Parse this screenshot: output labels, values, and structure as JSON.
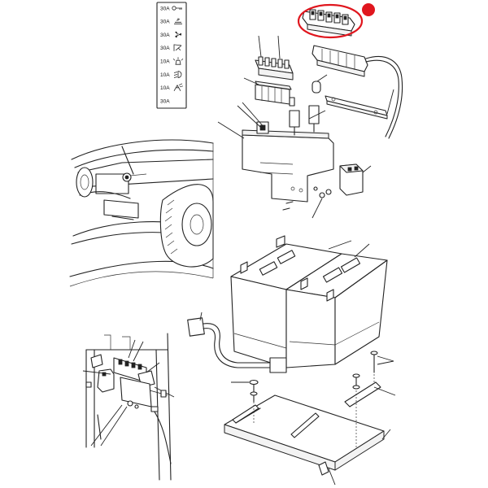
{
  "fuse_legend": {
    "rows": [
      {
        "rating": "30A",
        "icon": "key-icon"
      },
      {
        "rating": "30A",
        "icon": "horn-icon"
      },
      {
        "rating": "30A",
        "icon": "fan-icon"
      },
      {
        "rating": "30A",
        "icon": "wiper-icon"
      },
      {
        "rating": "10A",
        "icon": "beacon-icon"
      },
      {
        "rating": "10A",
        "icon": "headlight-icon"
      },
      {
        "rating": "10A",
        "icon": "work-light-icon"
      },
      {
        "rating": "30A",
        "icon": "blank"
      }
    ]
  },
  "colors": {
    "line": "#222222",
    "highlight": "#e0161e"
  }
}
